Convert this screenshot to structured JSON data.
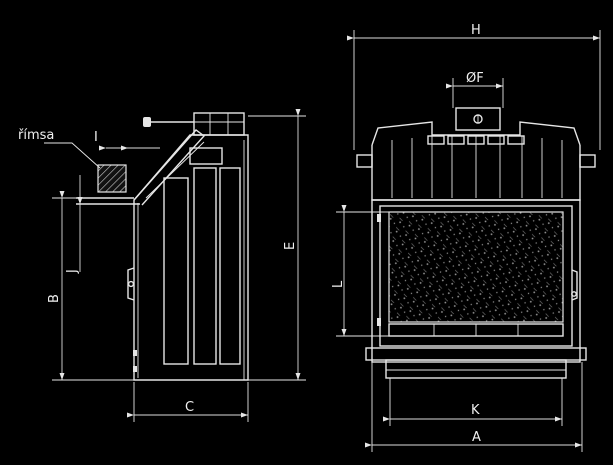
{
  "labels": {
    "H": "H",
    "F": "ØF",
    "E": "E",
    "B": "B",
    "J": "J",
    "I": "I",
    "C": "C",
    "K": "K",
    "A": "A",
    "L": "L",
    "rimsa": "římsa"
  },
  "colors": {
    "background": "#000000",
    "line": "#e6e6e6"
  }
}
